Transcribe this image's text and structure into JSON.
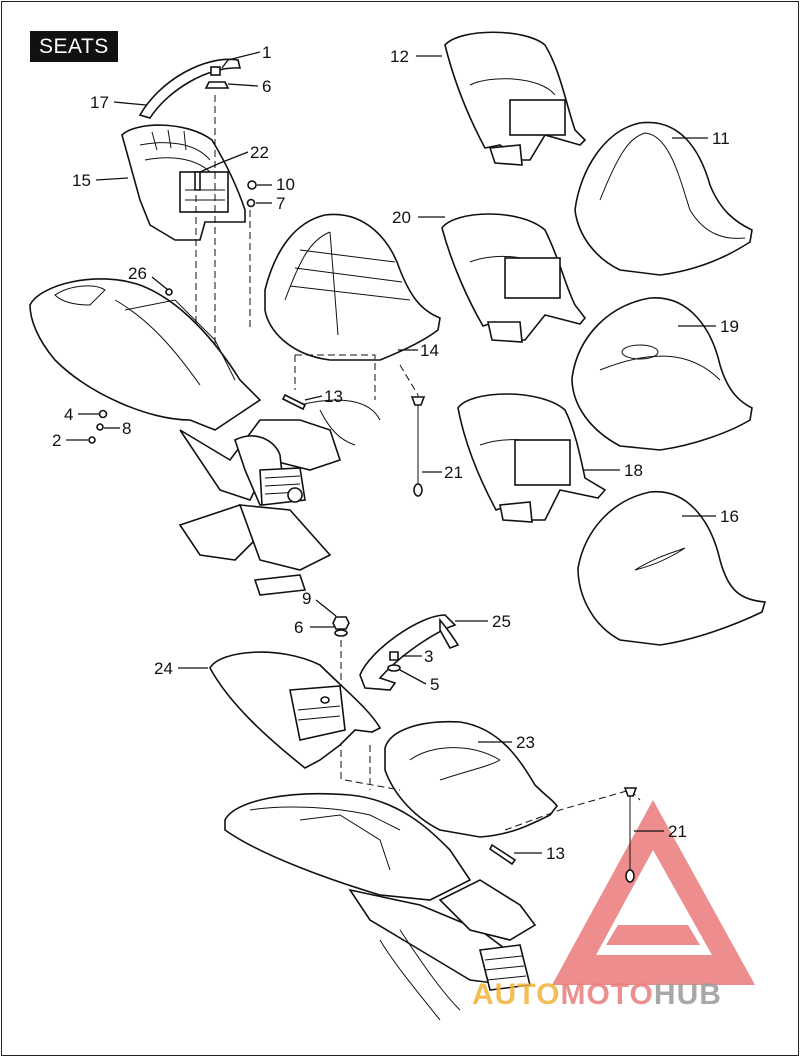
{
  "title": "SEATS",
  "callouts": [
    {
      "id": "1",
      "label": "1"
    },
    {
      "id": "6a",
      "label": "6"
    },
    {
      "id": "17",
      "label": "17"
    },
    {
      "id": "22",
      "label": "22"
    },
    {
      "id": "15",
      "label": "15"
    },
    {
      "id": "10",
      "label": "10"
    },
    {
      "id": "7",
      "label": "7"
    },
    {
      "id": "26",
      "label": "26"
    },
    {
      "id": "4",
      "label": "4"
    },
    {
      "id": "8",
      "label": "8"
    },
    {
      "id": "2",
      "label": "2"
    },
    {
      "id": "13a",
      "label": "13"
    },
    {
      "id": "14",
      "label": "14"
    },
    {
      "id": "21a",
      "label": "21"
    },
    {
      "id": "12",
      "label": "12"
    },
    {
      "id": "11",
      "label": "11"
    },
    {
      "id": "20",
      "label": "20"
    },
    {
      "id": "19",
      "label": "19"
    },
    {
      "id": "18",
      "label": "18"
    },
    {
      "id": "16",
      "label": "16"
    },
    {
      "id": "9",
      "label": "9"
    },
    {
      "id": "6b",
      "label": "6"
    },
    {
      "id": "25",
      "label": "25"
    },
    {
      "id": "3",
      "label": "3"
    },
    {
      "id": "5",
      "label": "5"
    },
    {
      "id": "24",
      "label": "24"
    },
    {
      "id": "23",
      "label": "23"
    },
    {
      "id": "21b",
      "label": "21"
    },
    {
      "id": "13b",
      "label": "13"
    }
  ],
  "watermark": {
    "part1": "AUTO",
    "part2": "MOTO",
    "part3": "HUB",
    "color1": "#f2b23a",
    "color2": "#e87c7c",
    "color3": "#9a9a9a",
    "logo_color": "#e86a6a"
  }
}
